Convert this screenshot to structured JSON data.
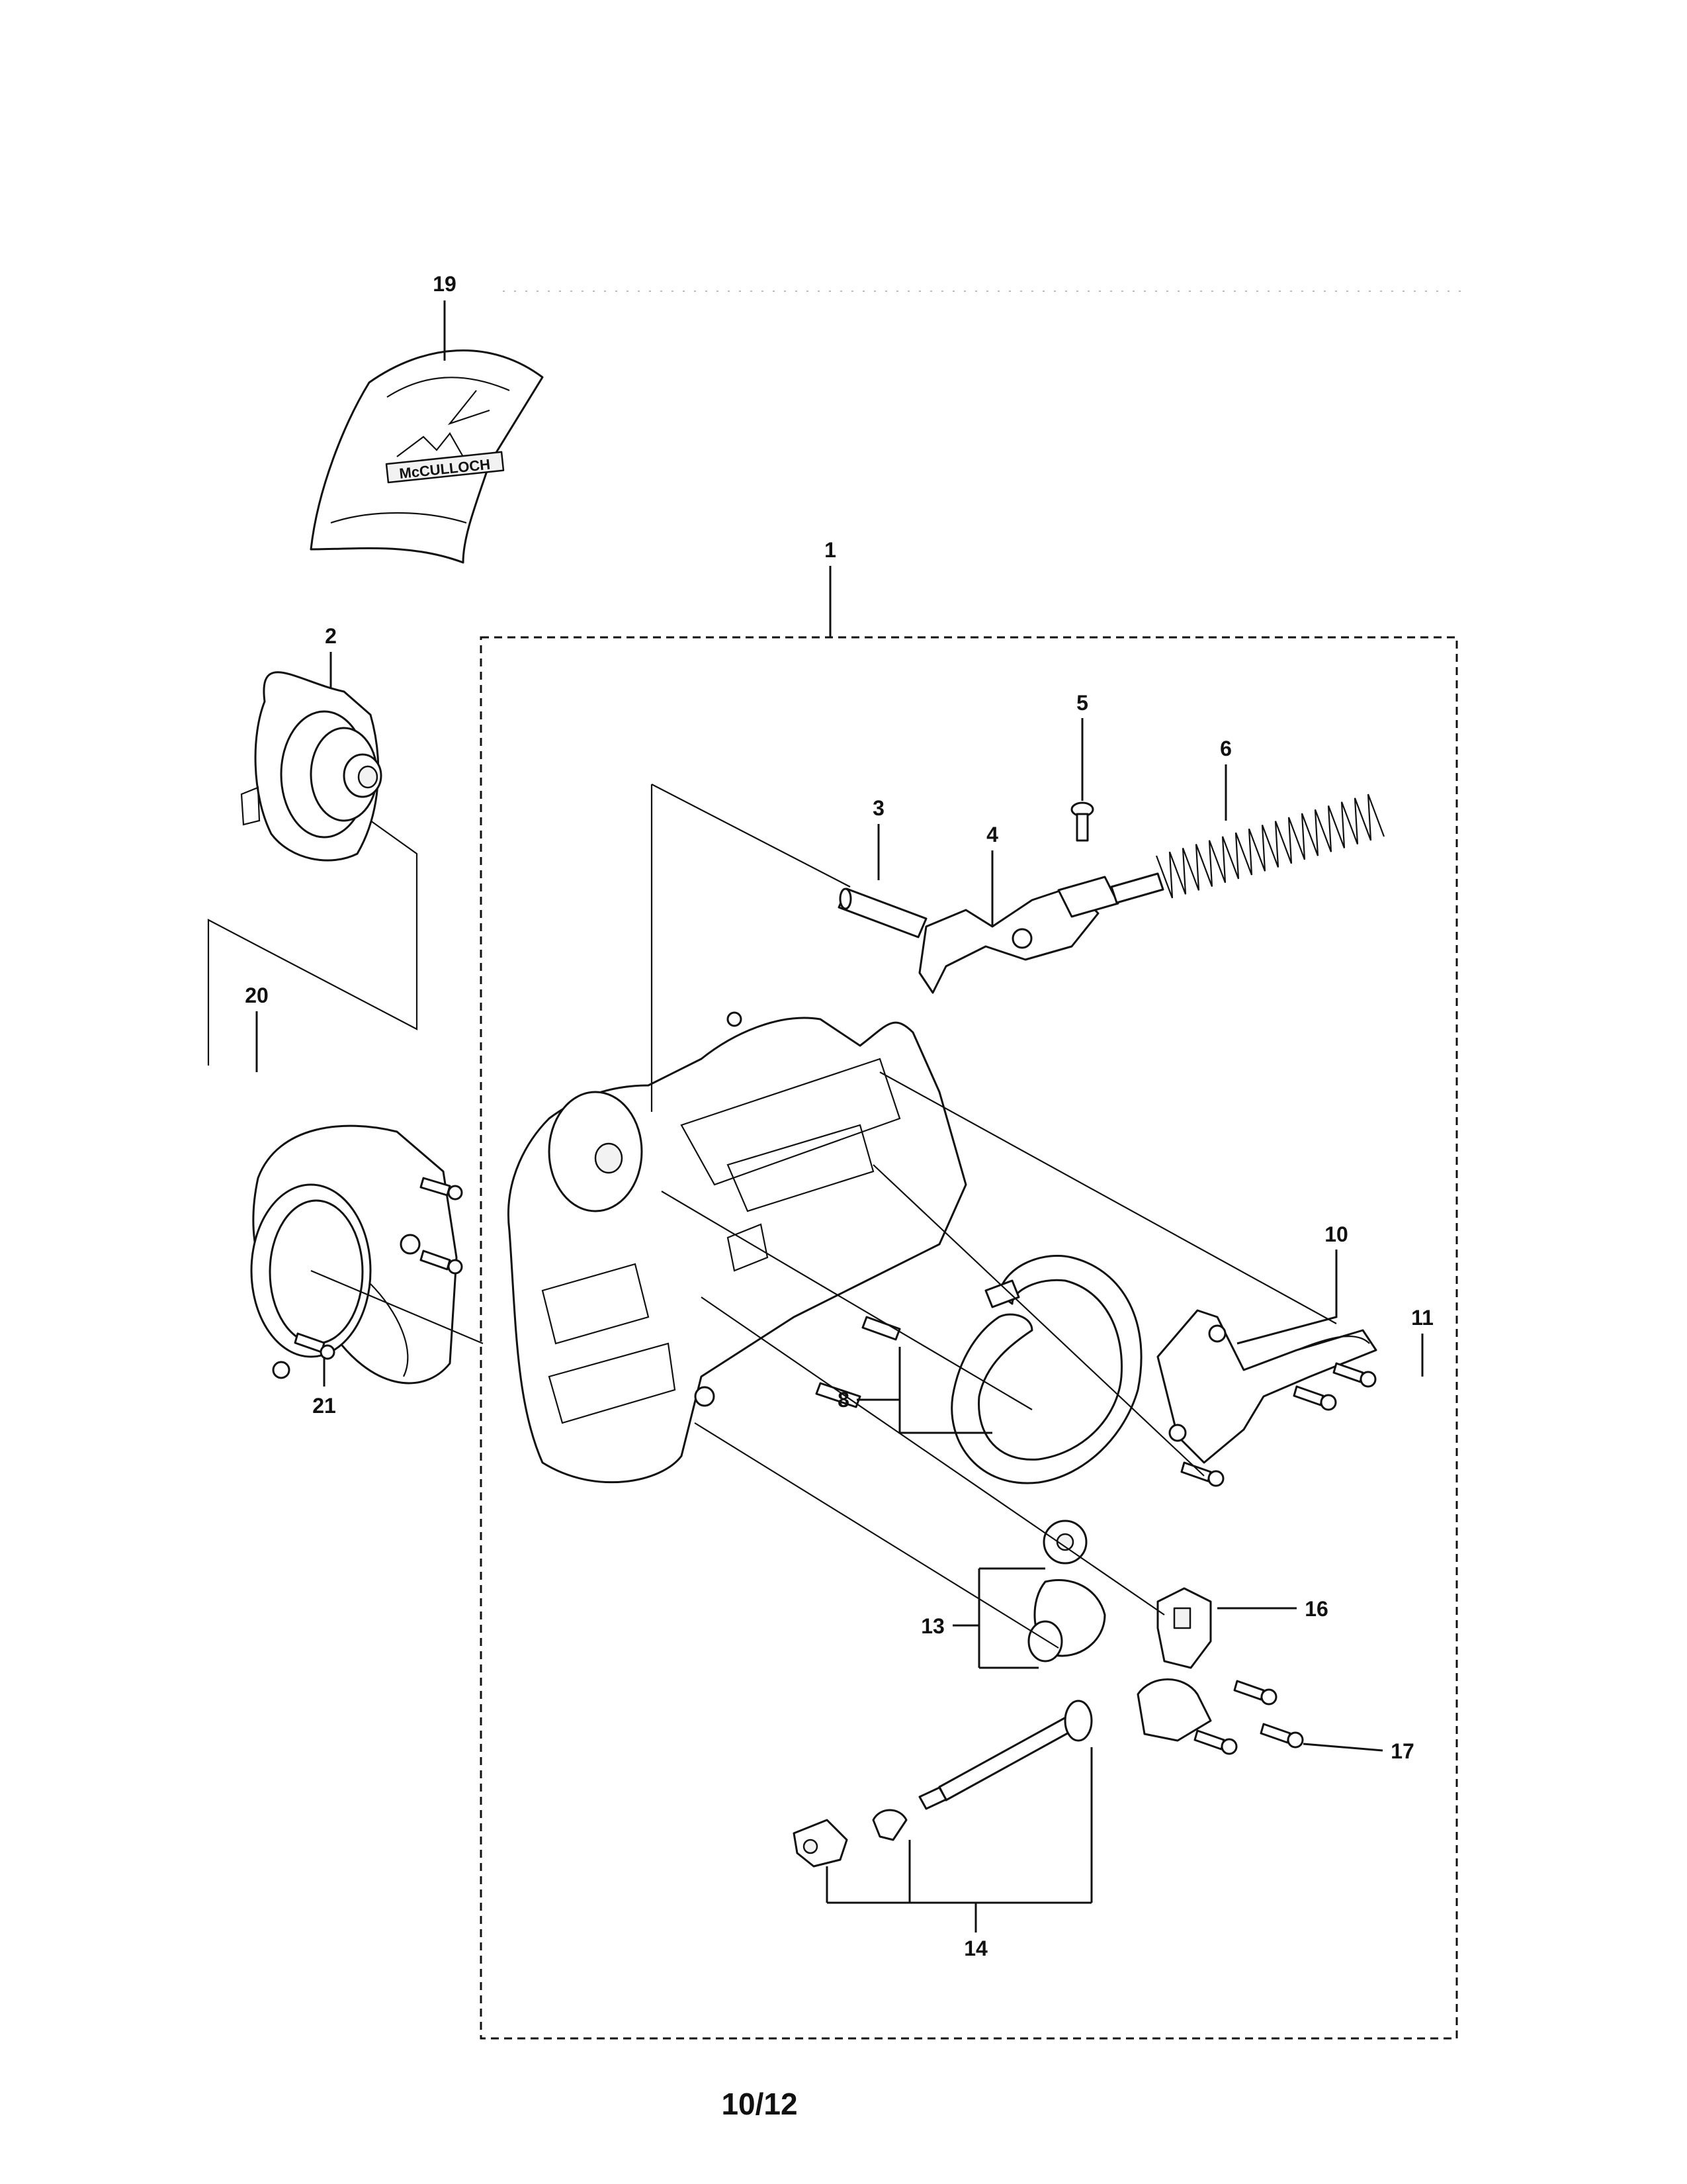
{
  "callouts": [
    "19",
    "1",
    "2",
    "3",
    "4",
    "5",
    "6",
    "20",
    "10",
    "11",
    "21",
    "8",
    "13",
    "16",
    "17",
    "14"
  ],
  "decal_brand": "McCULLOCH",
  "page_number": "10/12"
}
